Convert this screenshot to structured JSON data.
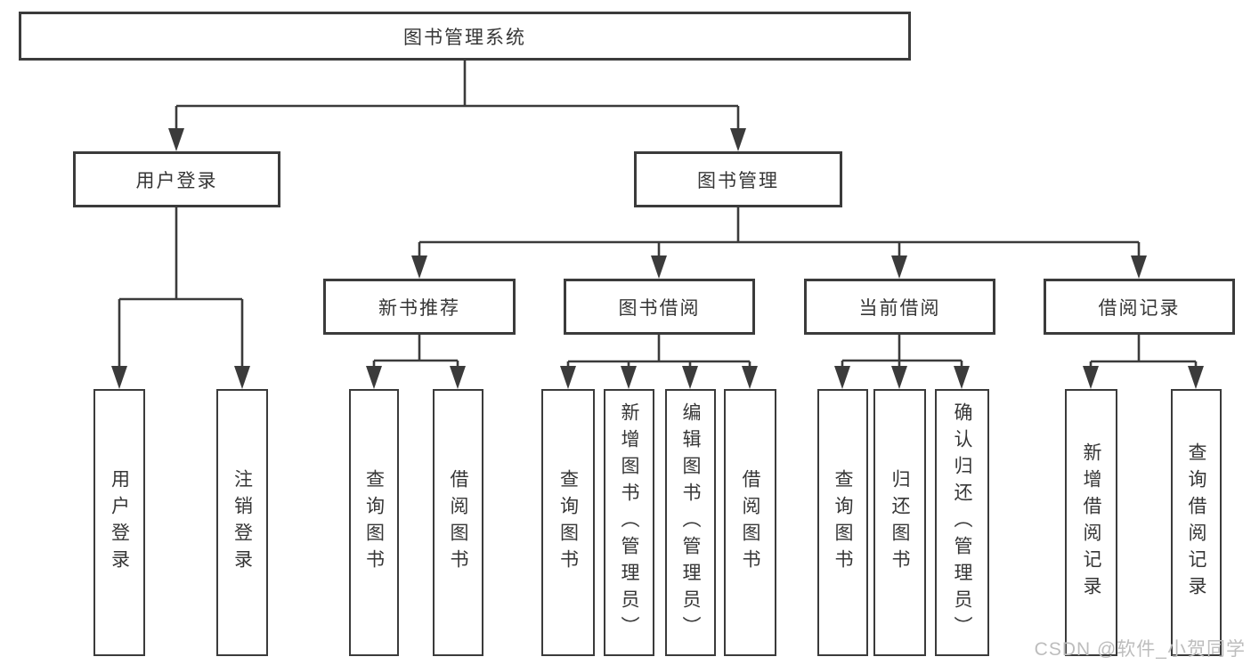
{
  "diagram": {
    "root": {
      "label": "图书管理系统"
    },
    "level2": [
      {
        "label": "用户登录"
      },
      {
        "label": "图书管理"
      }
    ],
    "level3": [
      {
        "label": "新书推荐"
      },
      {
        "label": "图书借阅"
      },
      {
        "label": "当前借阅"
      },
      {
        "label": "借阅记录"
      }
    ],
    "leaves": [
      {
        "label": "用户登录"
      },
      {
        "label": "注销登录"
      },
      {
        "label": "查询图书"
      },
      {
        "label": "借阅图书"
      },
      {
        "label": "查询图书"
      },
      {
        "label": "新增图书（管理员）"
      },
      {
        "label": "编辑图书（管理员）"
      },
      {
        "label": "借阅图书"
      },
      {
        "label": "查询图书"
      },
      {
        "label": "归还图书"
      },
      {
        "label": "确认归还（管理员）"
      },
      {
        "label": "新增借阅记录"
      },
      {
        "label": "查询借阅记录"
      }
    ],
    "colors": {
      "line": "#3b3b3b",
      "text": "#363636",
      "box_background": "#ffffff",
      "watermark": "#bdbdbd"
    }
  },
  "watermark": {
    "text": "CSDN @软件_小贺同学"
  }
}
